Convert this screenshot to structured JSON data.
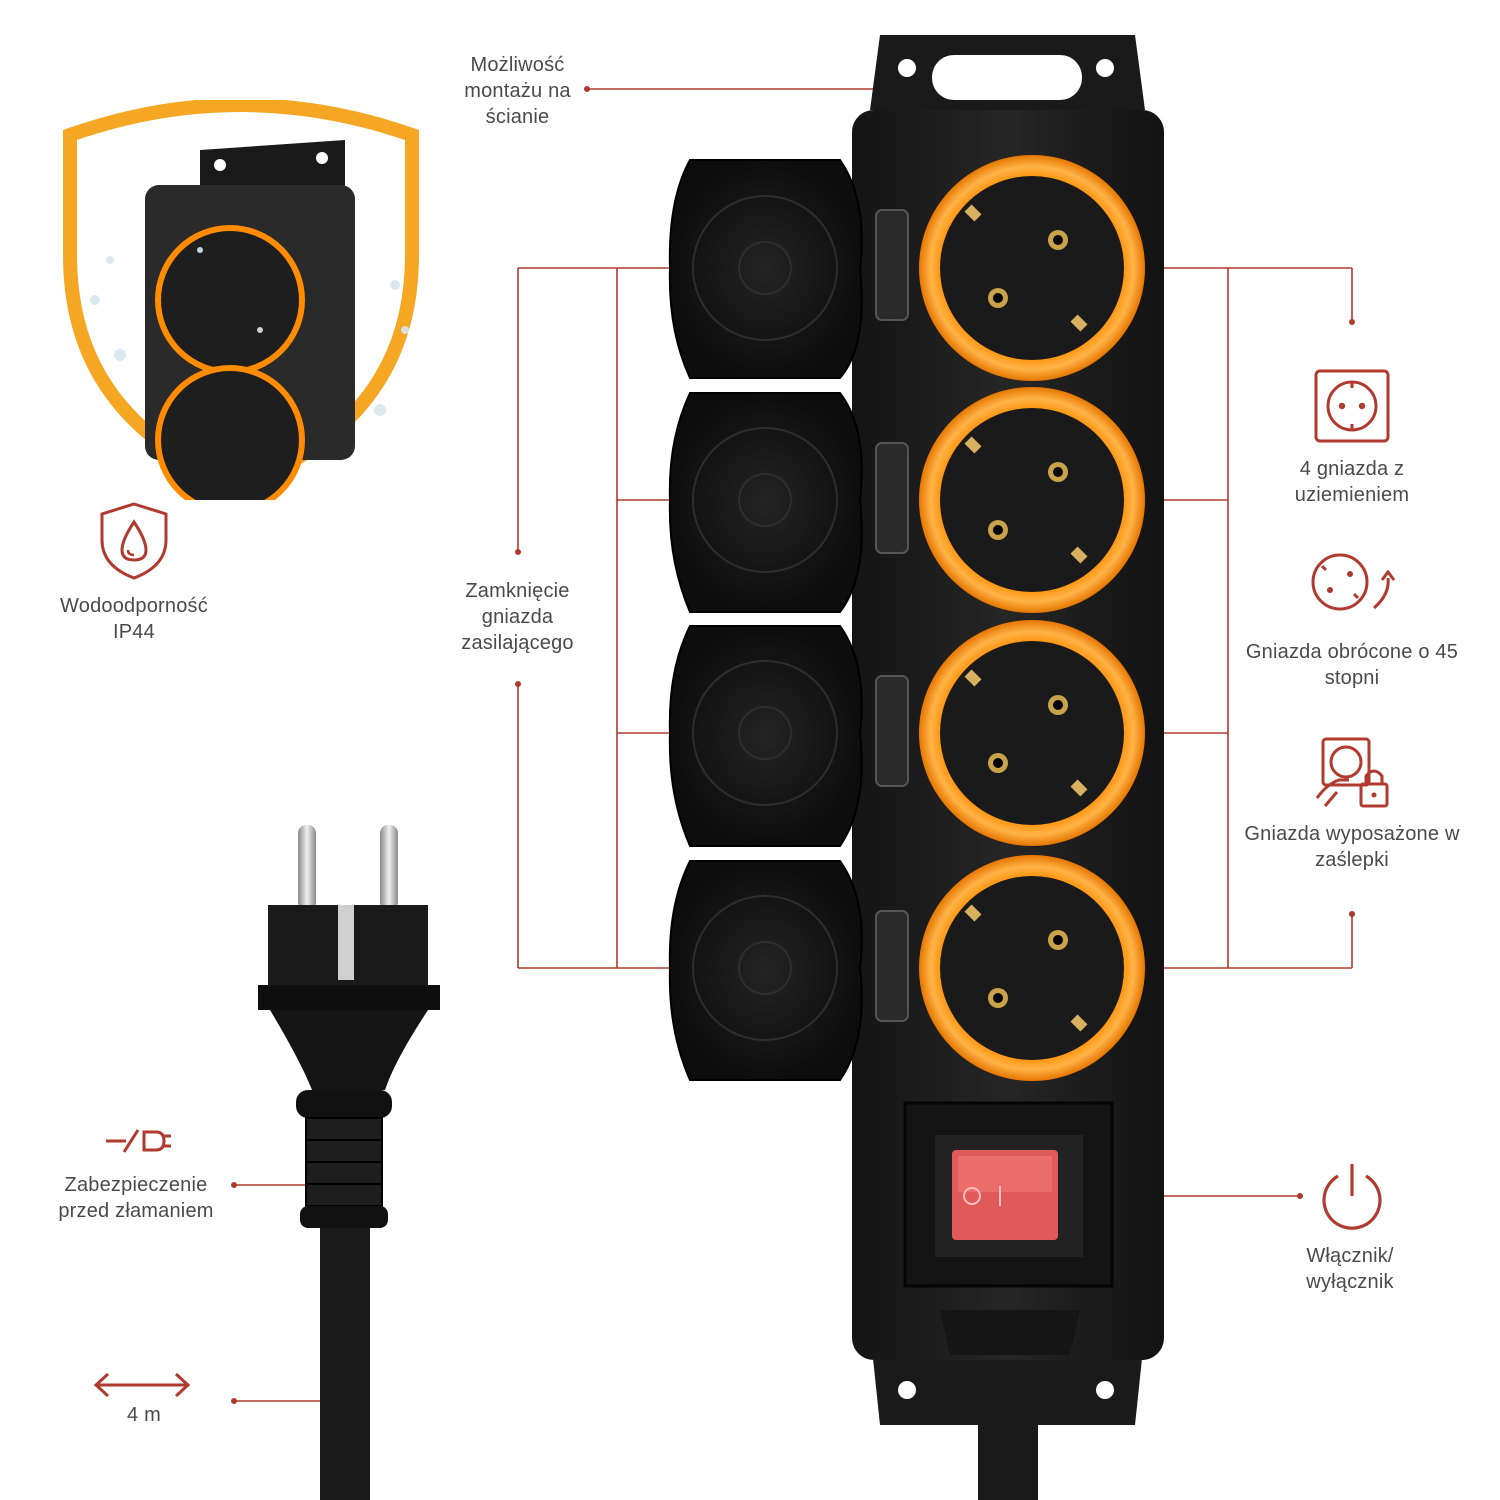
{
  "colors": {
    "accent": "#b03a2e",
    "orange": "#ff9a1f",
    "body": "#1c1c1c",
    "switch": "#e05a5a"
  },
  "features": {
    "wall_mount": "Możliwość montażu na ścianie",
    "outlet_cover": "Zamknięcie gniazda zasilającego",
    "waterproof": "Wodoodporność IP44",
    "grounded": "4 gniazda z uziemieniem",
    "rotated": "Gniazda obrócone o 45 stopni",
    "shutters": "Gniazda wyposażone w zaślepki",
    "switch": "Włącznik/ wyłącznik",
    "bend_protection": "Zabezpieczenie przed złamaniem",
    "cable_length": "4 m"
  },
  "icons": {
    "waterproof": "water-drop-shield-icon",
    "grounded": "schuko-socket-icon",
    "rotated": "rotated-socket-icon",
    "shutters": "child-lock-socket-icon",
    "switch": "power-icon",
    "bend_protection": "broken-plug-icon",
    "cable_length": "double-arrow-icon"
  }
}
